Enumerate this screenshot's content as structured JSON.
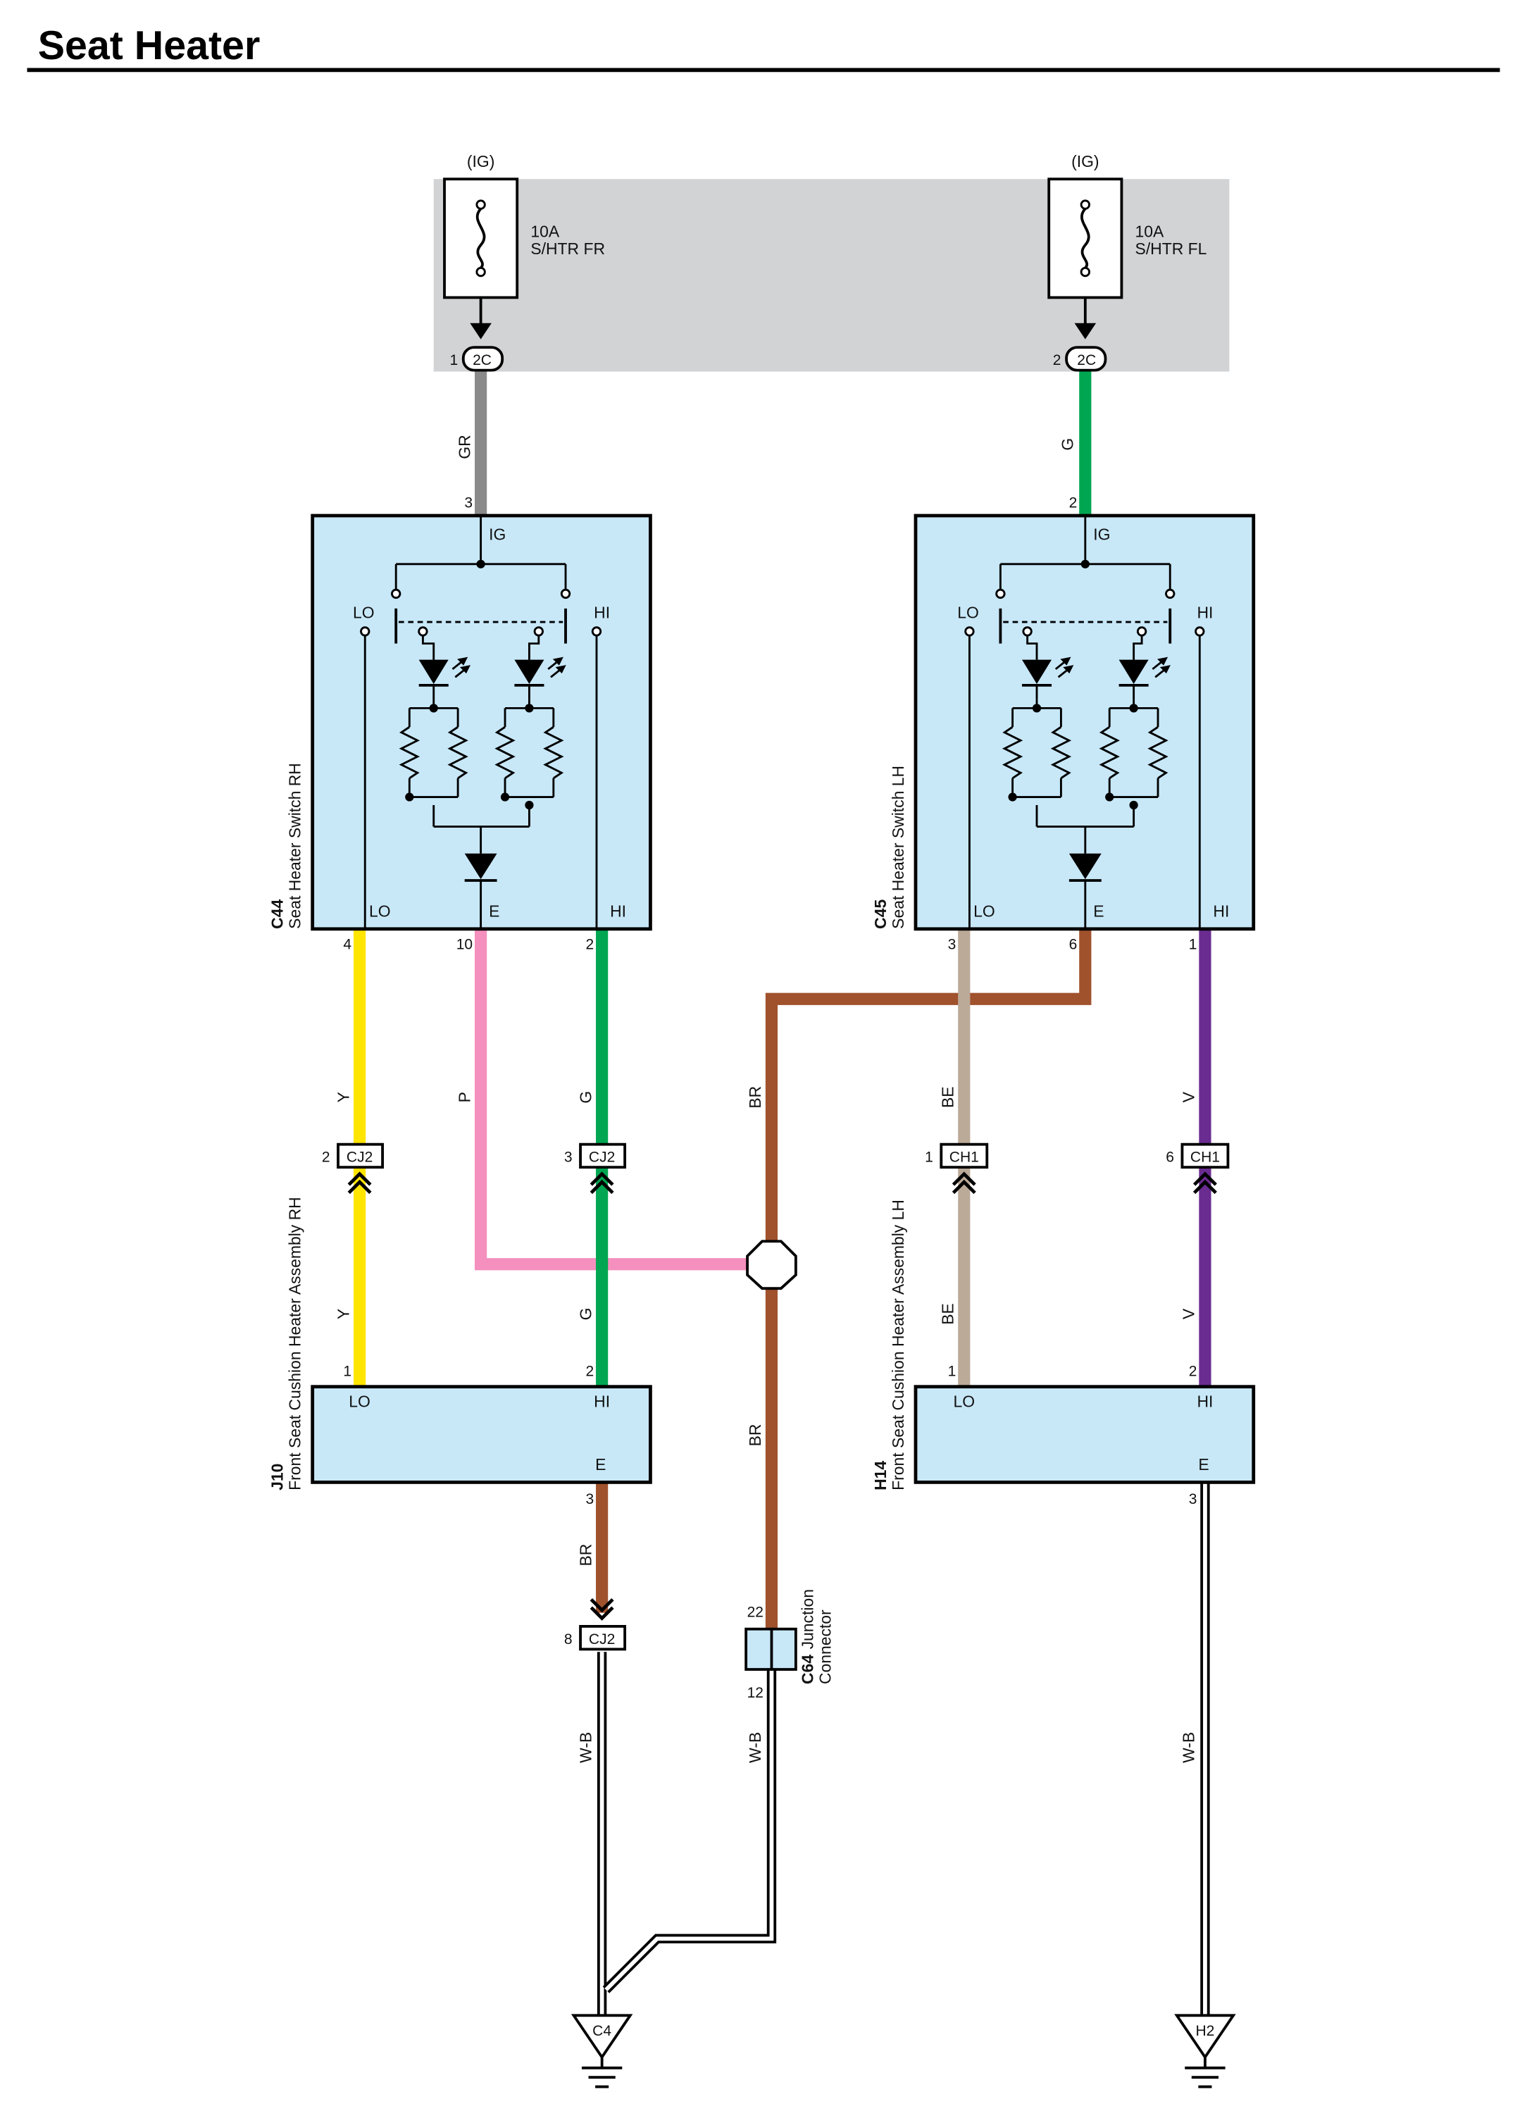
{
  "title": "Seat Heater",
  "colors": {
    "relay_box": "#d2d3d5",
    "component_fill": "#c8e8f8",
    "wire_GR": "#8a8a8a",
    "wire_G": "#00a651",
    "wire_Y": "#ffe500",
    "wire_P": "#f48fbe",
    "wire_BR": "#a0522d",
    "wire_BE": "#bcaa98",
    "wire_V": "#6a2c91",
    "wire_WB": "#ffffff"
  },
  "fuses": {
    "fr": {
      "power": "(IG)",
      "rating": "10A",
      "name": "S/HTR FR",
      "pin": "1",
      "connector": "2C"
    },
    "fl": {
      "power": "(IG)",
      "rating": "10A",
      "name": "S/HTR FL",
      "pin": "2",
      "connector": "2C"
    }
  },
  "switch_rh": {
    "code": "C44",
    "name": "Seat Heater Switch RH",
    "lbl_ig": "IG",
    "lbl_lo": "LO",
    "lbl_hi": "HI",
    "lbl_e": "E",
    "pin_ig": "3",
    "pin_lo": "4",
    "pin_e": "10",
    "pin_hi": "2"
  },
  "switch_lh": {
    "code": "C45",
    "name": "Seat Heater Switch LH",
    "lbl_ig": "IG",
    "lbl_lo": "LO",
    "lbl_hi": "HI",
    "lbl_e": "E",
    "pin_ig": "2",
    "pin_lo": "3",
    "pin_e": "6",
    "pin_hi": "1"
  },
  "heater_rh": {
    "code": "J10",
    "name": "Front Seat Cushion Heater Assembly RH",
    "lbl_lo": "LO",
    "lbl_hi": "HI",
    "lbl_e": "E",
    "pin_lo": "1",
    "pin_hi": "2",
    "pin_e": "3"
  },
  "heater_lh": {
    "code": "H14",
    "name": "Front Seat Cushion Heater Assembly LH",
    "lbl_lo": "LO",
    "lbl_hi": "HI",
    "lbl_e": "E",
    "pin_lo": "1",
    "pin_hi": "2",
    "pin_e": "3"
  },
  "connectors": {
    "cj2_lo": {
      "pin": "2",
      "name": "CJ2"
    },
    "cj2_hi": {
      "pin": "3",
      "name": "CJ2"
    },
    "ch1_lo": {
      "pin": "1",
      "name": "CH1"
    },
    "ch1_hi": {
      "pin": "6",
      "name": "CH1"
    },
    "cj2_gnd": {
      "pin": "8",
      "name": "CJ2"
    }
  },
  "junction": {
    "code": "C64",
    "name_line1": "Junction",
    "name_line2": "Connector",
    "pin_top": "22",
    "pin_bottom": "12"
  },
  "wire_labels": {
    "gr": "GR",
    "g_lh_top": "G",
    "y_top": "Y",
    "p": "P",
    "g_top": "G",
    "br_mid": "BR",
    "be_top": "BE",
    "v_top": "V",
    "y_bot": "Y",
    "g_bot": "G",
    "br_low": "BR",
    "be_bot": "BE",
    "v_bot": "V",
    "br_j10": "BR",
    "wb_left": "W-B",
    "wb_mid": "W-B",
    "wb_right": "W-B"
  },
  "grounds": {
    "left": "C4",
    "right": "H2"
  }
}
